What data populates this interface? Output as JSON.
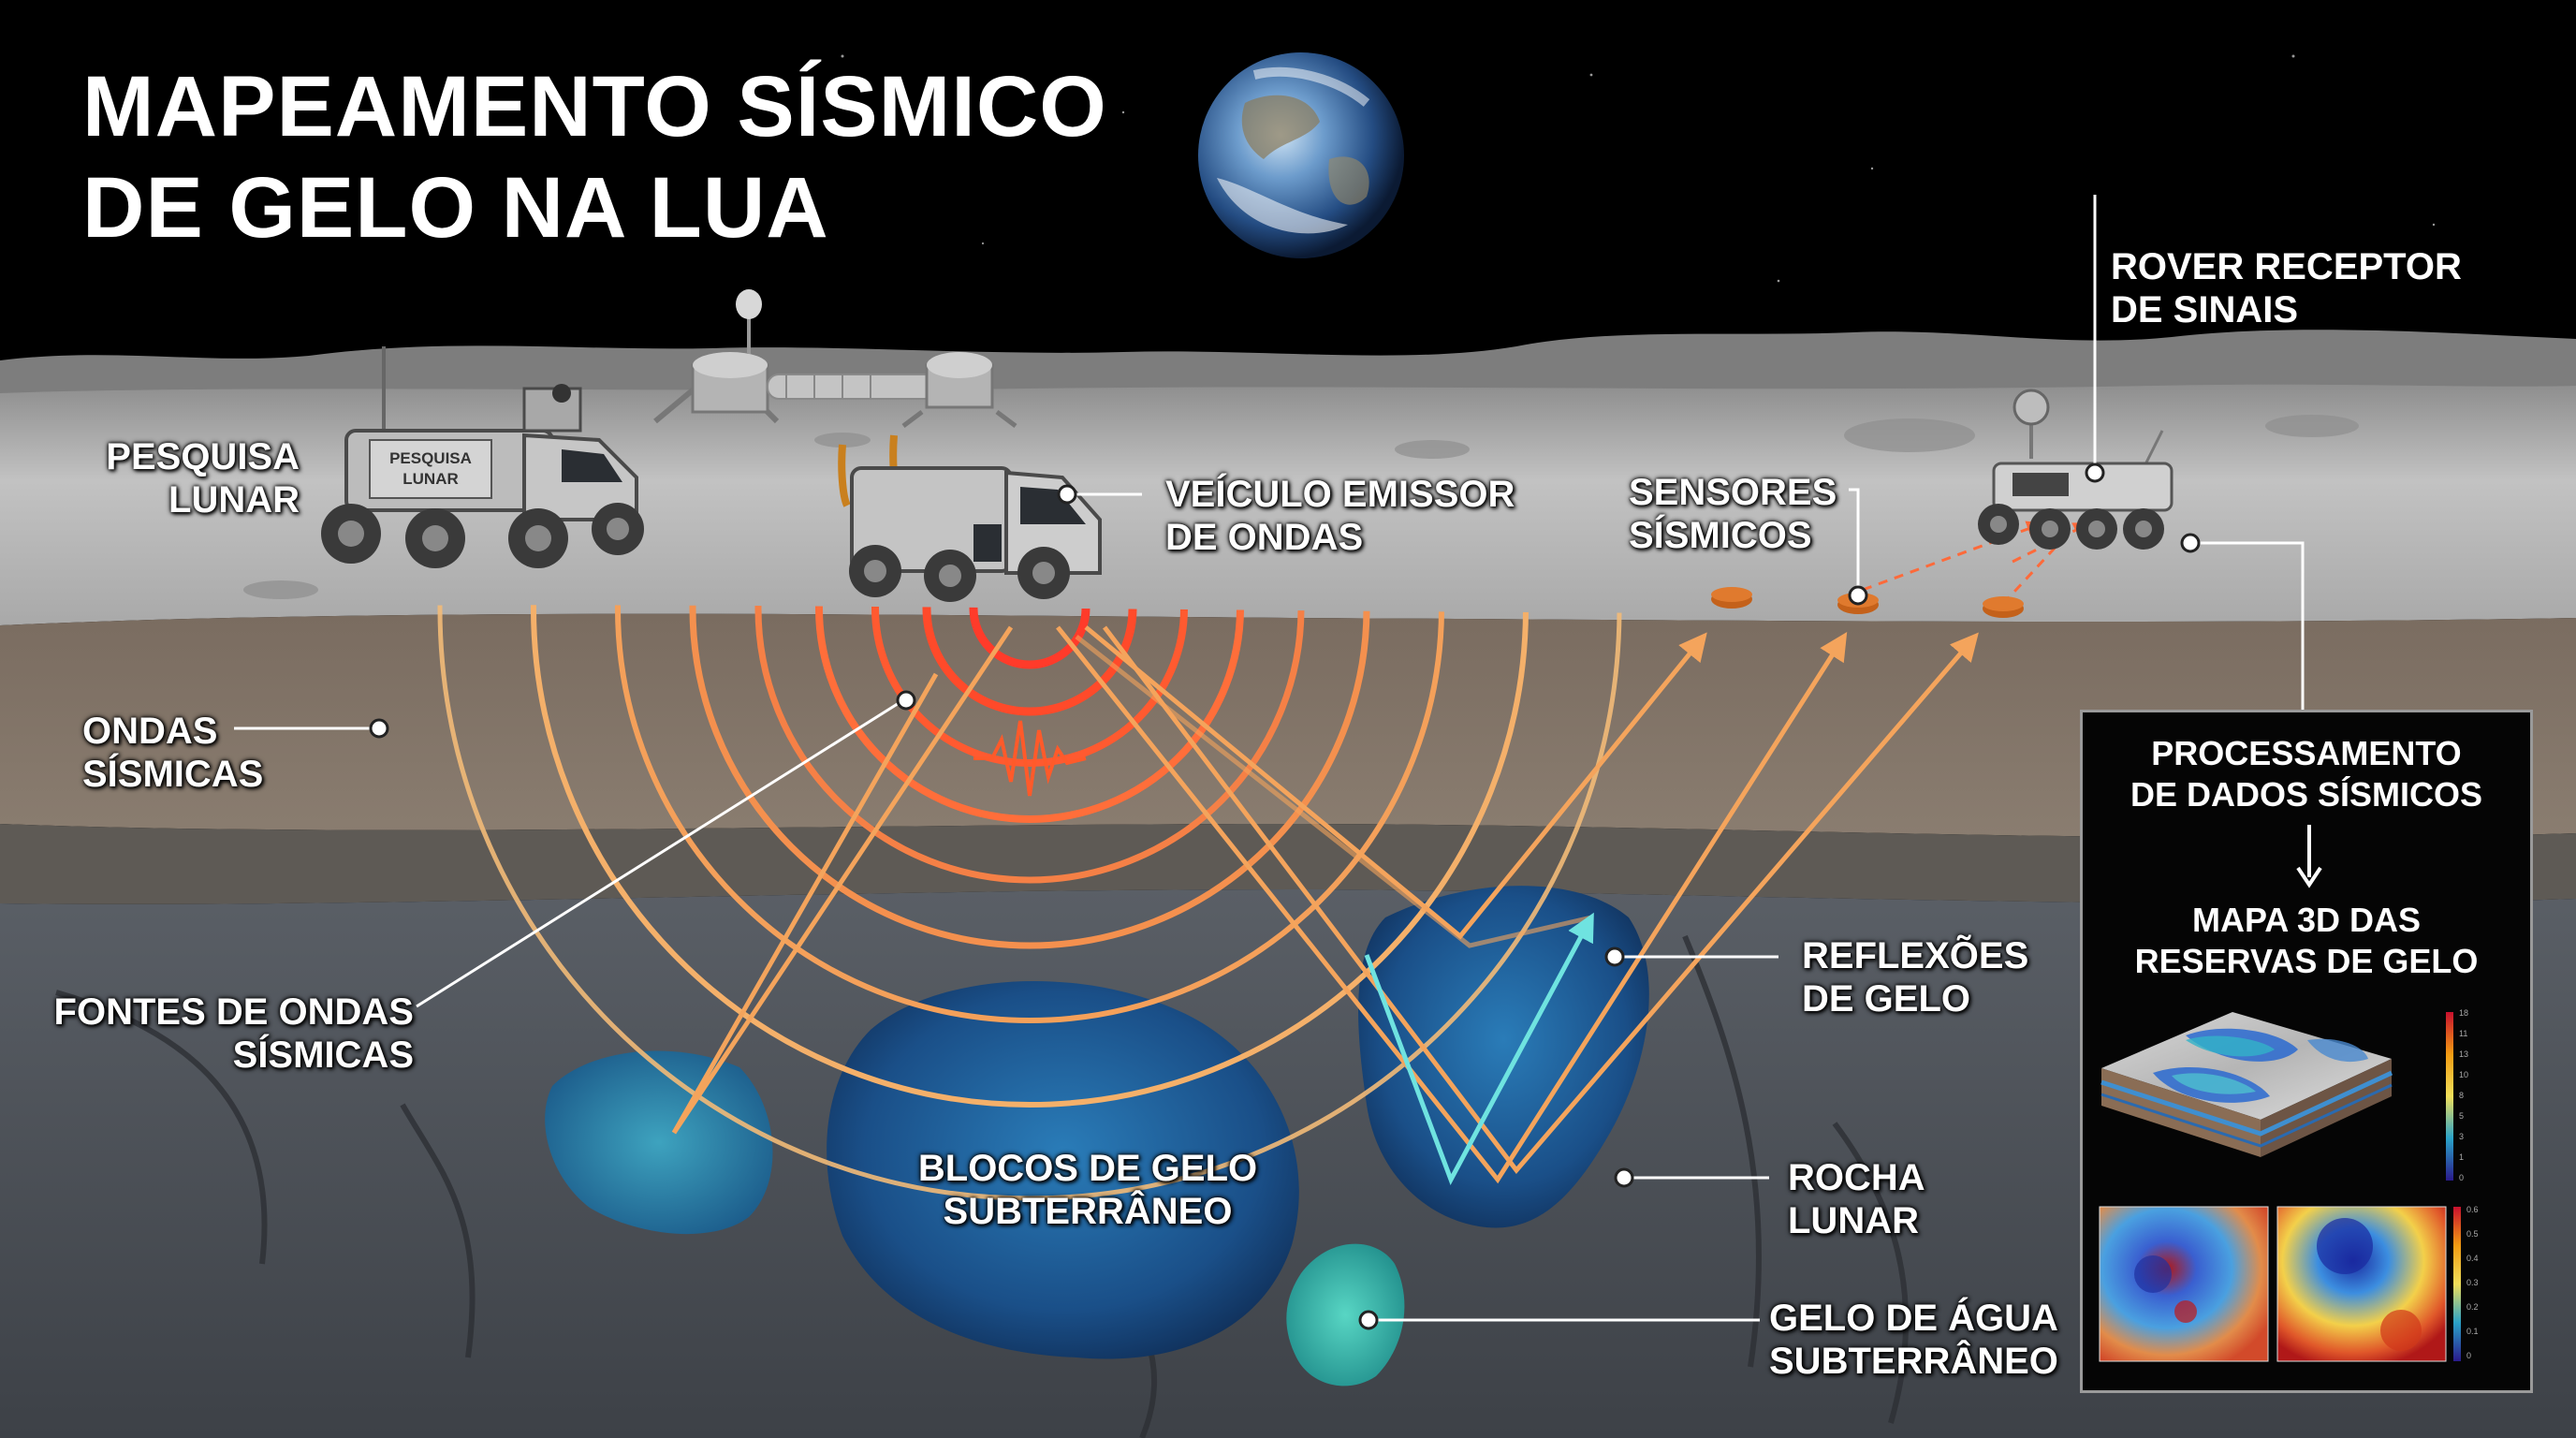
{
  "title": {
    "line1": "MAPEAMENTO SÍSMICO",
    "line2": "DE GELO NA LUA"
  },
  "labels": {
    "pesquisa_lunar": {
      "line1": "PESQUISA",
      "line2": "LUNAR"
    },
    "vehicle_badge": {
      "line1": "PESQUISA",
      "line2": "LUNAR"
    },
    "veiculo_emissor": {
      "line1": "VEÍCULO EMISSOR",
      "line2": "DE ONDAS"
    },
    "sensores": {
      "line1": "SENSORES",
      "line2": "SÍSMICOS"
    },
    "rover_receptor": {
      "line1": "ROVER RECEPTOR",
      "line2": "DE SINAIS"
    },
    "ondas_sismicas": {
      "line1": "ONDAS",
      "line2": "SÍSMICAS"
    },
    "fontes_ondas": {
      "line1": "FONTES DE ONDAS",
      "line2": "SÍSMICAS"
    },
    "blocos_gelo": {
      "line1": "BLOCOS DE GELO",
      "line2": "SUBTERRÂNEO"
    },
    "reflexoes": {
      "line1": "REFLEXÕES",
      "line2": "DE GELO"
    },
    "rocha": {
      "line1": "ROCHA",
      "line2": "LUNAR"
    },
    "gelo_agua": {
      "line1": "GELO DE ÁGUA",
      "line2": "SUBTERRÂNEO"
    }
  },
  "panel": {
    "heading": {
      "line1": "PROCESSAMENTO",
      "line2": "DE DADOS SÍSMICOS"
    },
    "arrow_icon": "down-arrow-icon",
    "subheading": {
      "line1": "MAPA 3D DAS",
      "line2": "RESERVAS DE GELO"
    },
    "colorbar_top_ticks": [
      "18",
      "11",
      "13",
      "10",
      "8",
      "5",
      "3",
      "1",
      "0"
    ],
    "colorbar_bottom_ticks": [
      "0.6",
      "0.5",
      "0.4",
      "0.3",
      "0.2",
      "0.1",
      "0"
    ]
  },
  "colors": {
    "sky": "#000000",
    "surface": "#b9b9b9",
    "regolith": "#7f7368",
    "rock": "#5f6367",
    "ice": "#1f5f9a",
    "water_ice": "#2fb3a6",
    "wave_inner": "#ff3b2a",
    "wave_outer": "#f4a45c",
    "reflection_ray": "#6fe3e0"
  }
}
